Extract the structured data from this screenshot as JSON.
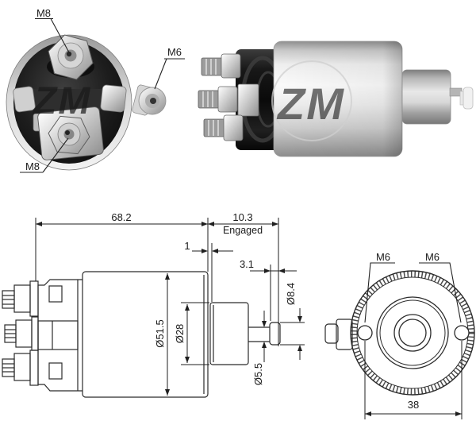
{
  "rear_view": {
    "label_top": "M8",
    "label_side": "M6",
    "label_bottom": "M8",
    "watermark": "ZM"
  },
  "side_view": {
    "watermark": "ZM"
  },
  "side_drawing": {
    "overall_length": "68.2",
    "travel": "10.3",
    "travel_state": "Engaged",
    "clearance": "1",
    "tip_length": "3.1",
    "tip_diameter": "Ø8.4",
    "body_diameter": "Ø51.5",
    "plunger_diameter": "Ø28",
    "rod_diameter": "Ø5.5"
  },
  "front_drawing": {
    "hole_left": "M6",
    "hole_right": "M6",
    "hole_spacing": "38"
  },
  "colors": {
    "background": "#ffffff",
    "line": "#2b2b2b",
    "text": "#1a1a1a",
    "cap_black": "#141414",
    "metal_light": "#f2f2f2",
    "metal_dark": "#8a8a8a",
    "watermark": "#e3e3e3"
  }
}
